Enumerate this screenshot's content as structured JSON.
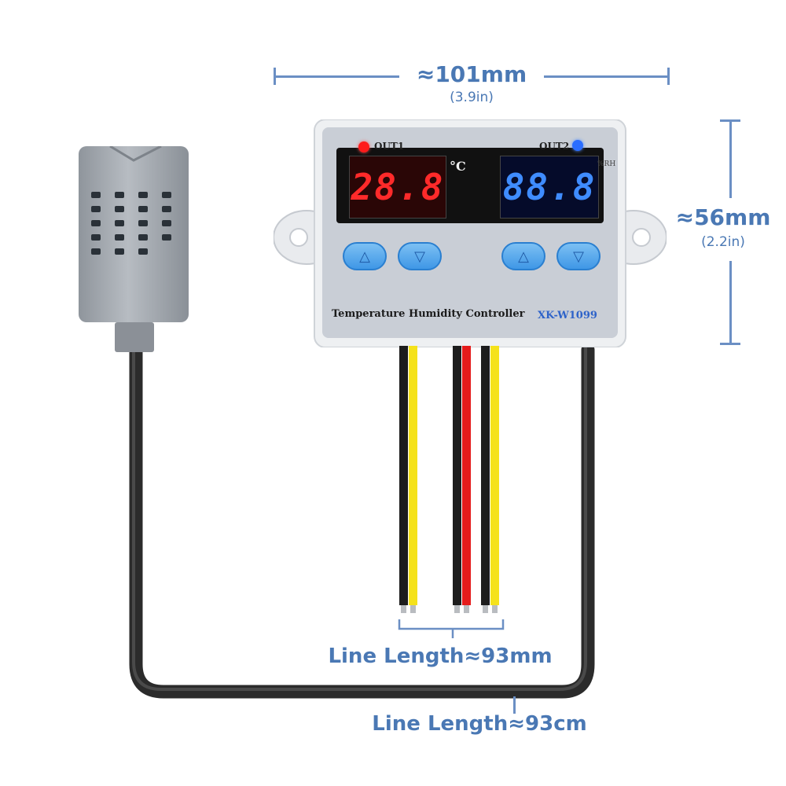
{
  "dimensions": {
    "width_main": "≈101mm",
    "width_sub": "(3.9in)",
    "height_main": "≈56mm",
    "height_sub": "(2.2in)",
    "wire_length": "Line Length≈93mm",
    "cable_length": "Line Length≈93cm"
  },
  "device": {
    "out1_label": "OUT1",
    "out2_label": "OUT2",
    "temp_unit": "°C",
    "humidity_unit": "%RH",
    "display1": "28.8",
    "display2": "88.8",
    "title": "Temperature Humidity Controller",
    "model": "XK-W1099",
    "buttons": [
      "△",
      "▽",
      "△",
      "▽"
    ]
  },
  "colors": {
    "dimension_text": "#4a78b4",
    "display1_digits": "#ff2a2a",
    "display2_digits": "#3f8cff",
    "button_fill": "#5aaaf0",
    "panel": "#c9ced6"
  }
}
